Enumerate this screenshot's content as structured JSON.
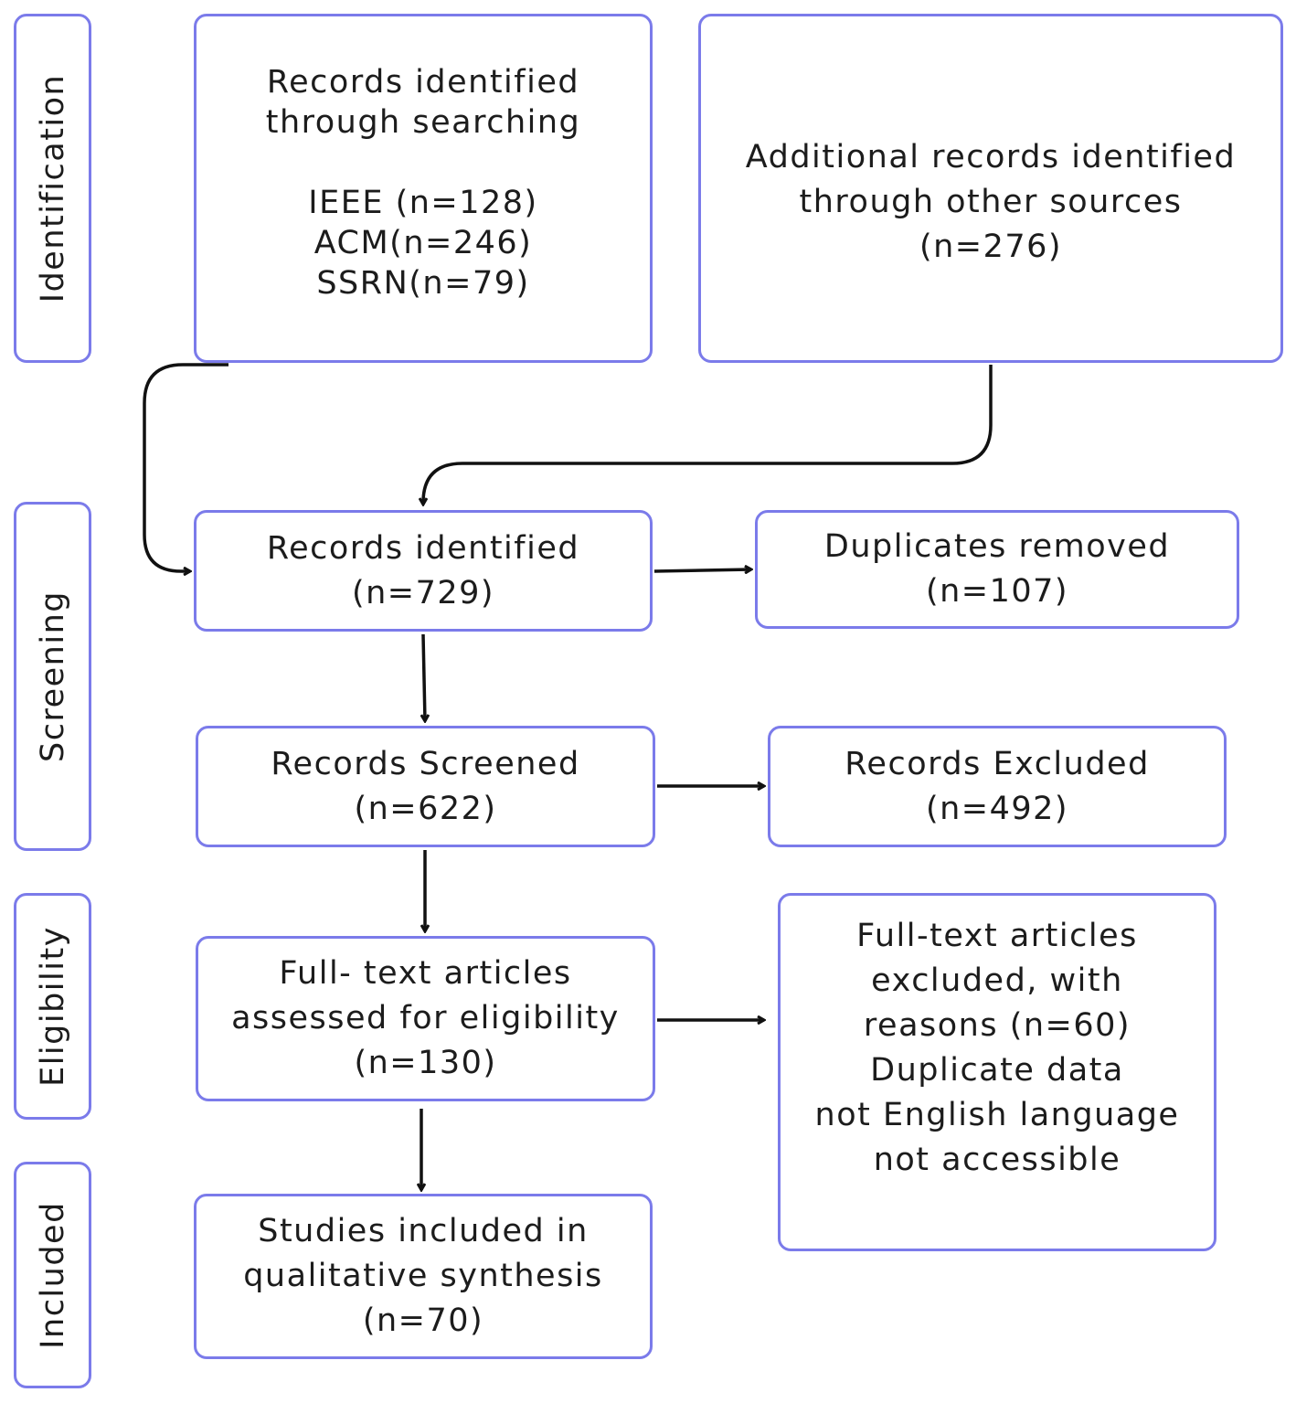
{
  "phases": {
    "identification": "Identification",
    "screening": "Screening",
    "eligibility": "Eligibility",
    "included": "Included"
  },
  "boxes": {
    "searching": {
      "lines": [
        "Records identified",
        "through searching",
        "",
        "IEEE (n=128)",
        "ACM(n=246)",
        "SSRN(n=79)"
      ]
    },
    "other_sources": {
      "lines": [
        "Additional records identified",
        "through other sources",
        "(n=276)"
      ]
    },
    "records_identified": {
      "lines": [
        "Records identified",
        "(n=729)"
      ]
    },
    "duplicates_removed": {
      "lines": [
        "Duplicates removed",
        "(n=107)"
      ]
    },
    "records_screened": {
      "lines": [
        "Records Screened",
        "(n=622)"
      ]
    },
    "records_excluded": {
      "lines": [
        "Records Excluded",
        "(n=492)"
      ]
    },
    "full_text_assessed": {
      "lines": [
        "Full- text articles",
        "assessed for eligibility",
        "(n=130)"
      ]
    },
    "full_text_excluded": {
      "lines": [
        "Full-text articles",
        "excluded, with",
        "reasons (n=60)",
        "Duplicate data",
        "not English language",
        "not accessible"
      ]
    },
    "studies_included": {
      "lines": [
        "Studies included in",
        "qualitative synthesis",
        "(n=70)"
      ]
    }
  },
  "colors": {
    "box_border": "#7b7bea",
    "arrow": "#111111",
    "text": "#1c1c1c"
  }
}
